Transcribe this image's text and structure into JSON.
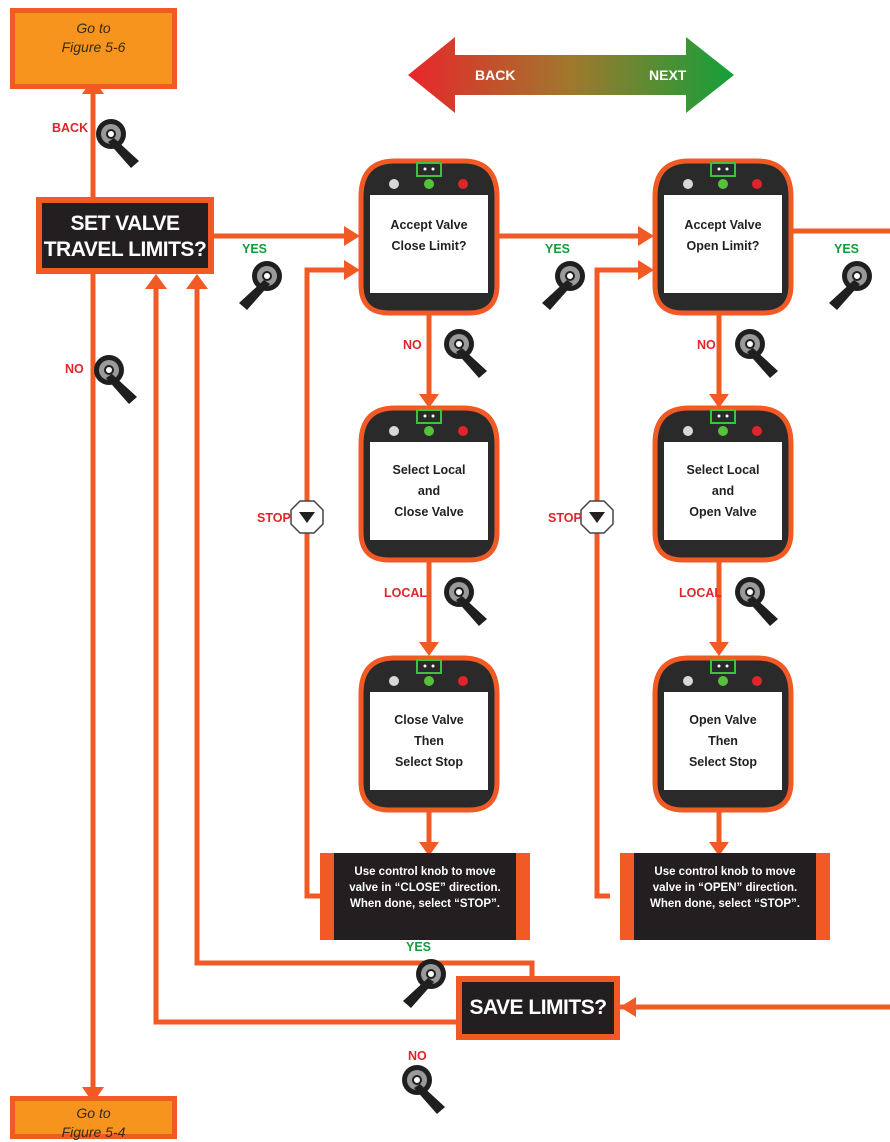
{
  "nav": {
    "back": "BACK",
    "next": "NEXT"
  },
  "goto_top": {
    "line1": "Go to",
    "line2": "Figure 5-6"
  },
  "goto_bottom": {
    "line1": "Go to",
    "line2": "Figure 5-4"
  },
  "set_valve": {
    "line1": "SET VALVE",
    "line2": "TRAVEL LIMITS?"
  },
  "save_limits": "SAVE LIMITS?",
  "screens": {
    "accept_close": [
      "Accept Valve",
      "Close Limit?"
    ],
    "accept_open": [
      "Accept Valve",
      "Open Limit?"
    ],
    "select_close": [
      "Select Local",
      "and",
      "Close Valve"
    ],
    "select_open": [
      "Select Local",
      "and",
      "Open Valve"
    ],
    "close_stop": [
      "Close Valve",
      "Then",
      "Select Stop"
    ],
    "open_stop": [
      "Open Valve",
      "Then",
      "Select Stop"
    ]
  },
  "notes": {
    "close": [
      "Use control knob to move",
      "valve in “CLOSE” direction.",
      "When done, select “STOP”."
    ],
    "open": [
      "Use control knob to move",
      "valve in “OPEN” direction.",
      "When done, select “STOP”."
    ]
  },
  "labels": {
    "back": "BACK",
    "no": "NO",
    "yes": "YES",
    "stop": "STOP",
    "local": "LOCAL"
  },
  "colors": {
    "flow": "#f15a24",
    "goto_fill": "#f7941d",
    "dark": "#231f20",
    "red": "#e0242b",
    "green": "#169b3c"
  },
  "icons": [
    "control-knob-icon",
    "stop-octagon-icon",
    "double-arrow-icon"
  ]
}
